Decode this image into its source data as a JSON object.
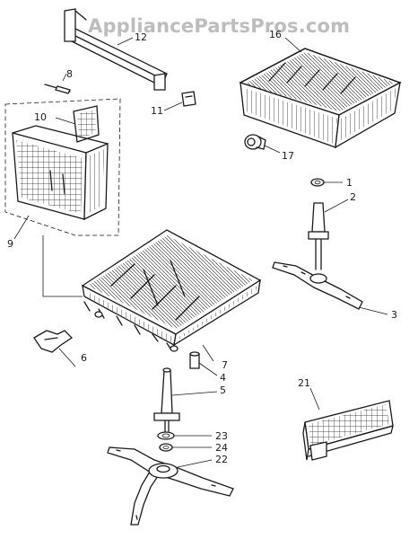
{
  "watermark": "AppliancePartsPros.com",
  "callouts": {
    "p1": "1",
    "p2": "2",
    "p3": "3",
    "p4": "4",
    "p5": "5",
    "p6": "6",
    "p7": "7",
    "p8": "8",
    "p9": "9",
    "p10": "10",
    "p11": "11",
    "p12": "12",
    "p16": "16",
    "p17": "17",
    "p21": "21",
    "p22": "22",
    "p23": "23",
    "p24": "24"
  }
}
